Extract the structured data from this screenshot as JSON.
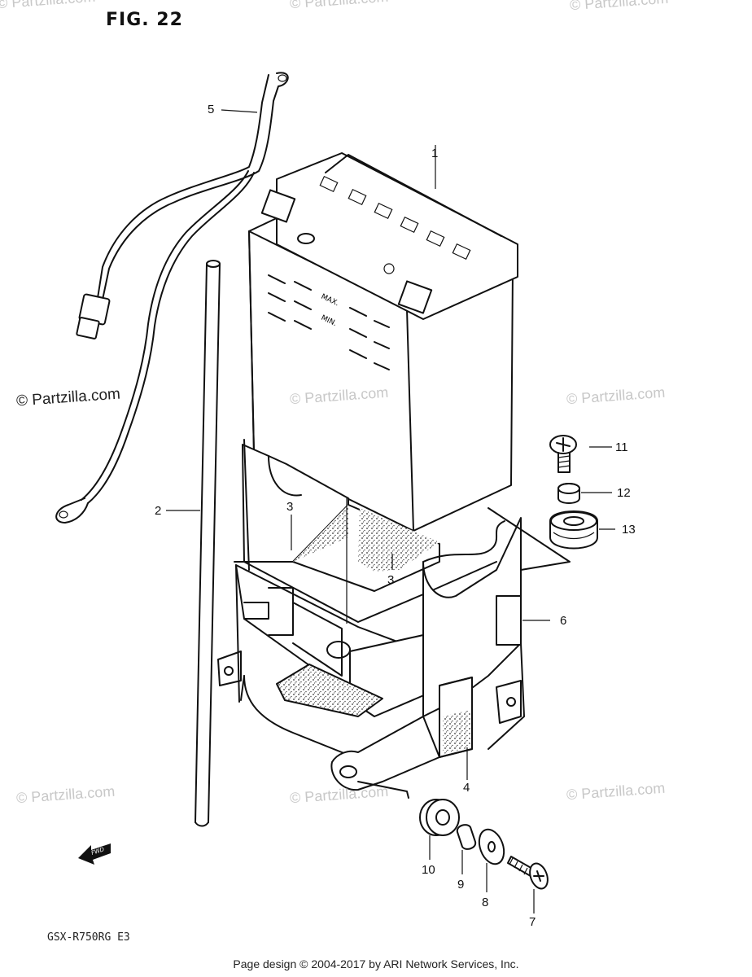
{
  "figure": {
    "title": "FIG. 22",
    "model_code": "GSX-R750RG  E3"
  },
  "watermark": {
    "text": "© Partzilla.com",
    "top_text": "© Partzilla.com"
  },
  "battery_labels": {
    "max": "MAX.",
    "min": "MIN."
  },
  "fwd_label": "FWD",
  "callouts": [
    {
      "id": "1",
      "label": "1"
    },
    {
      "id": "2",
      "label": "2"
    },
    {
      "id": "3a",
      "label": "3"
    },
    {
      "id": "3b",
      "label": "3"
    },
    {
      "id": "4",
      "label": "4"
    },
    {
      "id": "5",
      "label": "5"
    },
    {
      "id": "6",
      "label": "6"
    },
    {
      "id": "7",
      "label": "7"
    },
    {
      "id": "8",
      "label": "8"
    },
    {
      "id": "9",
      "label": "9"
    },
    {
      "id": "10",
      "label": "10"
    },
    {
      "id": "11",
      "label": "11"
    },
    {
      "id": "12",
      "label": "12"
    },
    {
      "id": "13",
      "label": "13"
    }
  ],
  "footer": {
    "text": "Page design © 2004-2017 by ARI Network Services, Inc."
  },
  "colors": {
    "line": "#111111",
    "watermark": "#c8c8c8",
    "background": "#ffffff"
  },
  "icons": {
    "fwd_arrow": "fwd-arrow-icon"
  }
}
